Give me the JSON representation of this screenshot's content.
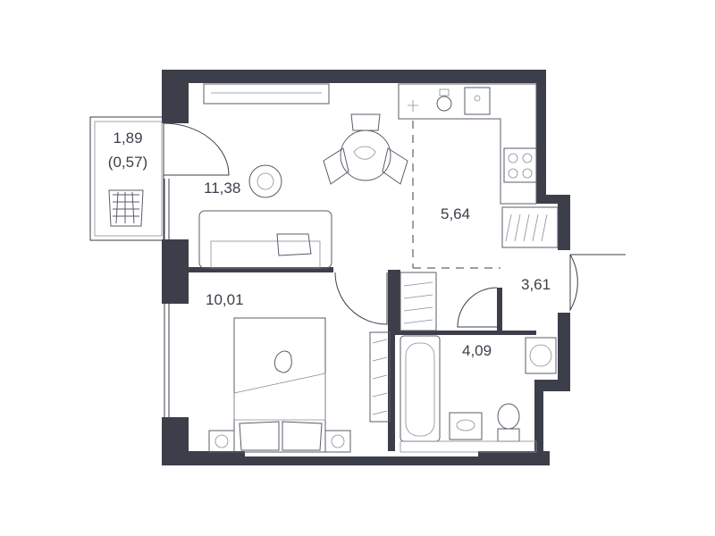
{
  "rooms": {
    "balcony": {
      "area": "1,89",
      "area_reduced": "(0,57)"
    },
    "living_room": {
      "area": "11,38"
    },
    "kitchen": {
      "area": "5,64"
    },
    "bedroom": {
      "area": "10,01"
    },
    "hallway": {
      "area": "3,61"
    },
    "bathroom": {
      "area": "4,09"
    }
  },
  "colors": {
    "wall": "#3c3f4a",
    "line": "#5a5d68",
    "background": "#ffffff"
  }
}
